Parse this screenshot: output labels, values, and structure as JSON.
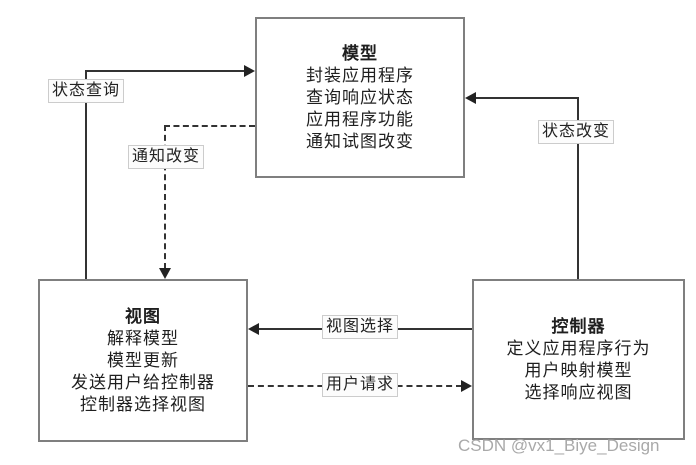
{
  "diagram": {
    "boxes": {
      "model": {
        "title": "模型",
        "lines": [
          "封装应用程序",
          "查询响应状态",
          "应用程序功能",
          "通知试图改变"
        ]
      },
      "view": {
        "title": "视图",
        "lines": [
          "解释模型",
          "模型更新",
          "发送用户给控制器",
          "控制器选择视图"
        ]
      },
      "controller": {
        "title": "控制器",
        "lines": [
          "定义应用程序行为",
          "用户映射模型",
          "选择响应视图"
        ]
      }
    },
    "edges": {
      "state_query": {
        "label": "状态查询",
        "style": "solid",
        "from": "view",
        "to": "model"
      },
      "notify_change": {
        "label": "通知改变",
        "style": "dashed",
        "from": "model",
        "to": "view"
      },
      "state_change": {
        "label": "状态改变",
        "style": "solid",
        "from": "controller",
        "to": "model"
      },
      "view_select": {
        "label": "视图选择",
        "style": "solid",
        "from": "controller",
        "to": "view"
      },
      "user_request": {
        "label": "用户请求",
        "style": "dashed",
        "from": "view",
        "to": "controller"
      }
    },
    "colors": {
      "box_border": "#7f7f7f",
      "line": "#333333",
      "label_bg": "#fcfcfc",
      "label_border": "#cccccc",
      "text": "#1f1f1f",
      "watermark": "#a9a9a9"
    },
    "watermark": "CSDN @vx1_Biye_Design"
  }
}
